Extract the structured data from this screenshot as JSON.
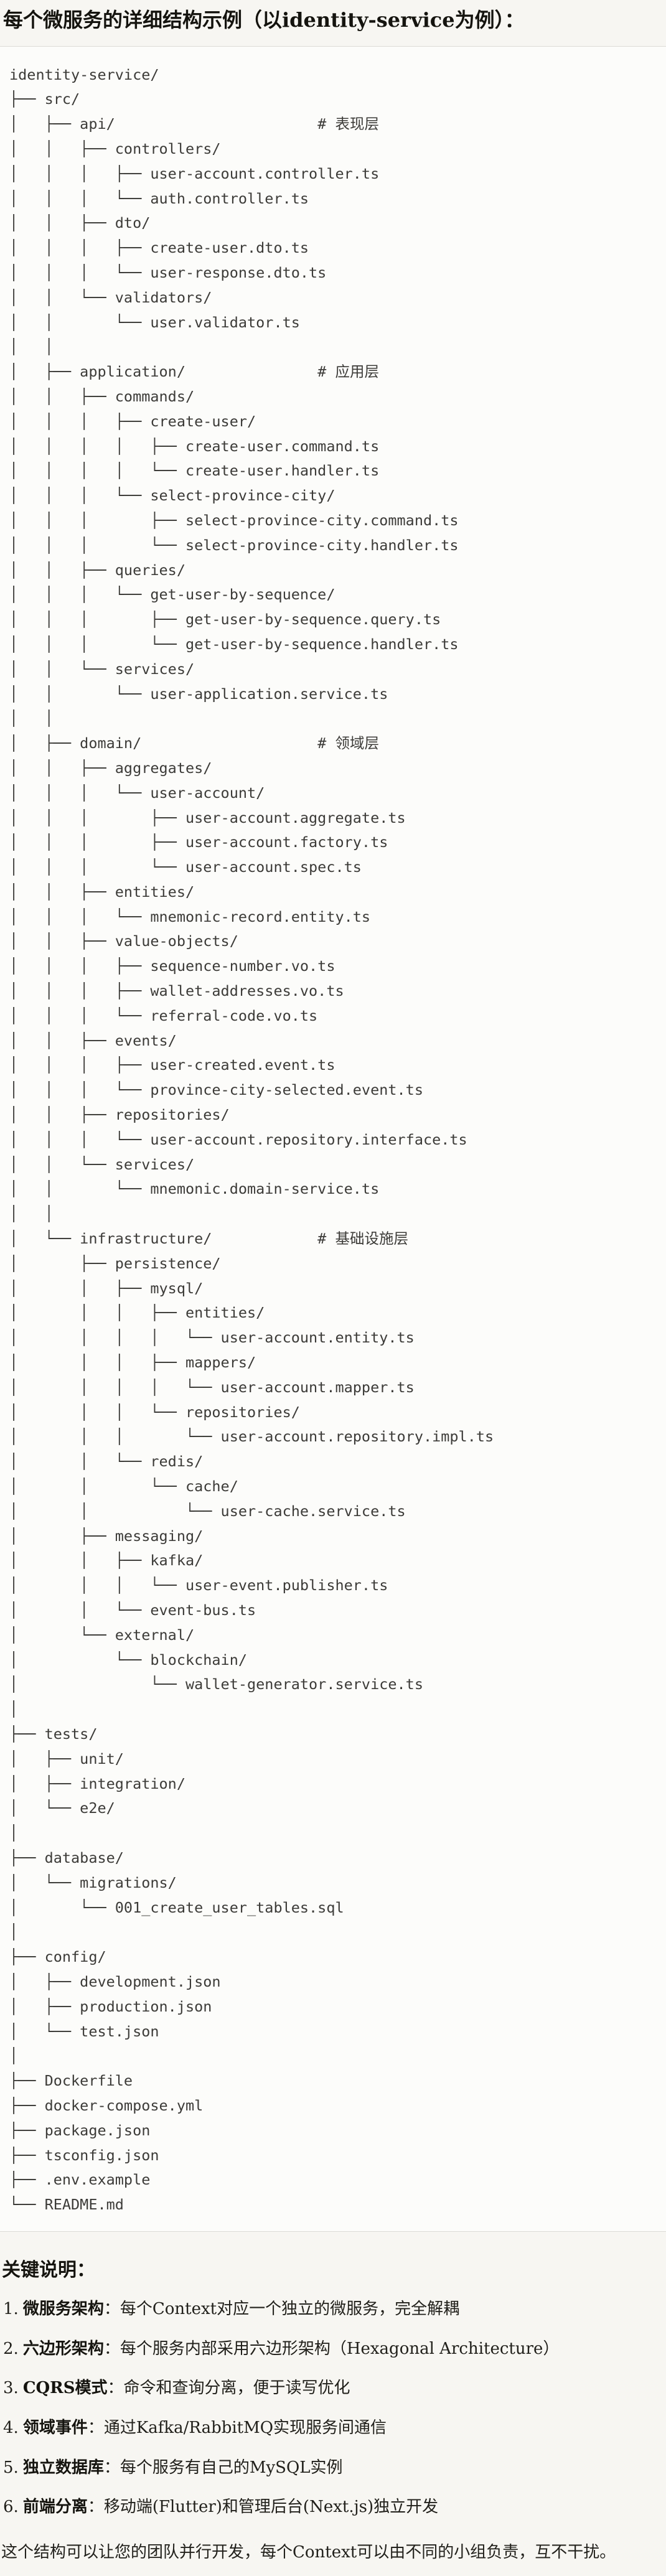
{
  "title": "每个微服务的详细结构示例（以identity-service为例）：",
  "tree": {
    "lines": [
      "identity-service/",
      "├── src/",
      "│   ├── api/                       # 表现层",
      "│   │   ├── controllers/",
      "│   │   │   ├── user-account.controller.ts",
      "│   │   │   └── auth.controller.ts",
      "│   │   ├── dto/",
      "│   │   │   ├── create-user.dto.ts",
      "│   │   │   └── user-response.dto.ts",
      "│   │   └── validators/",
      "│   │       └── user.validator.ts",
      "│   │",
      "│   ├── application/               # 应用层",
      "│   │   ├── commands/",
      "│   │   │   ├── create-user/",
      "│   │   │   │   ├── create-user.command.ts",
      "│   │   │   │   └── create-user.handler.ts",
      "│   │   │   └── select-province-city/",
      "│   │   │       ├── select-province-city.command.ts",
      "│   │   │       └── select-province-city.handler.ts",
      "│   │   ├── queries/",
      "│   │   │   └── get-user-by-sequence/",
      "│   │   │       ├── get-user-by-sequence.query.ts",
      "│   │   │       └── get-user-by-sequence.handler.ts",
      "│   │   └── services/",
      "│   │       └── user-application.service.ts",
      "│   │",
      "│   ├── domain/                    # 领域层",
      "│   │   ├── aggregates/",
      "│   │   │   └── user-account/",
      "│   │   │       ├── user-account.aggregate.ts",
      "│   │   │       ├── user-account.factory.ts",
      "│   │   │       └── user-account.spec.ts",
      "│   │   ├── entities/",
      "│   │   │   └── mnemonic-record.entity.ts",
      "│   │   ├── value-objects/",
      "│   │   │   ├── sequence-number.vo.ts",
      "│   │   │   ├── wallet-addresses.vo.ts",
      "│   │   │   └── referral-code.vo.ts",
      "│   │   ├── events/",
      "│   │   │   ├── user-created.event.ts",
      "│   │   │   └── province-city-selected.event.ts",
      "│   │   ├── repositories/",
      "│   │   │   └── user-account.repository.interface.ts",
      "│   │   └── services/",
      "│   │       └── mnemonic.domain-service.ts",
      "│   │",
      "│   └── infrastructure/            # 基础设施层",
      "│       ├── persistence/",
      "│       │   ├── mysql/",
      "│       │   │   ├── entities/",
      "│       │   │   │   └── user-account.entity.ts",
      "│       │   │   ├── mappers/",
      "│       │   │   │   └── user-account.mapper.ts",
      "│       │   │   └── repositories/",
      "│       │   │       └── user-account.repository.impl.ts",
      "│       │   └── redis/",
      "│       │       └── cache/",
      "│       │           └── user-cache.service.ts",
      "│       ├── messaging/",
      "│       │   ├── kafka/",
      "│       │   │   └── user-event.publisher.ts",
      "│       │   └── event-bus.ts",
      "│       └── external/",
      "│           └── blockchain/",
      "│               └── wallet-generator.service.ts",
      "│",
      "├── tests/",
      "│   ├── unit/",
      "│   ├── integration/",
      "│   └── e2e/",
      "│",
      "├── database/",
      "│   └── migrations/",
      "│       └── 001_create_user_tables.sql",
      "│",
      "├── config/",
      "│   ├── development.json",
      "│   ├── production.json",
      "│   └── test.json",
      "│",
      "├── Dockerfile",
      "├── docker-compose.yml",
      "├── package.json",
      "├── tsconfig.json",
      "├── .env.example",
      "└── README.md"
    ]
  },
  "notes": {
    "heading": "关键说明：",
    "items": [
      {
        "num": "1.",
        "label": "微服务架构",
        "text": "：每个Context对应一个独立的微服务，完全解耦"
      },
      {
        "num": "2.",
        "label": "六边形架构",
        "text": "：每个服务内部采用六边形架构（Hexagonal Architecture）"
      },
      {
        "num": "3.",
        "label": "CQRS模式",
        "text": "：命令和查询分离，便于读写优化"
      },
      {
        "num": "4.",
        "label": "领域事件",
        "text": "：通过Kafka/RabbitMQ实现服务间通信"
      },
      {
        "num": "5.",
        "label": "独立数据库",
        "text": "：每个服务有自己的MySQL实例"
      },
      {
        "num": "6.",
        "label": "前端分离",
        "text": "：移动端(Flutter)和管理后台(Next.js)独立开发"
      }
    ],
    "closing": "这个结构可以让您的团队并行开发，每个Context可以由不同的小组负责，互不干扰。"
  }
}
